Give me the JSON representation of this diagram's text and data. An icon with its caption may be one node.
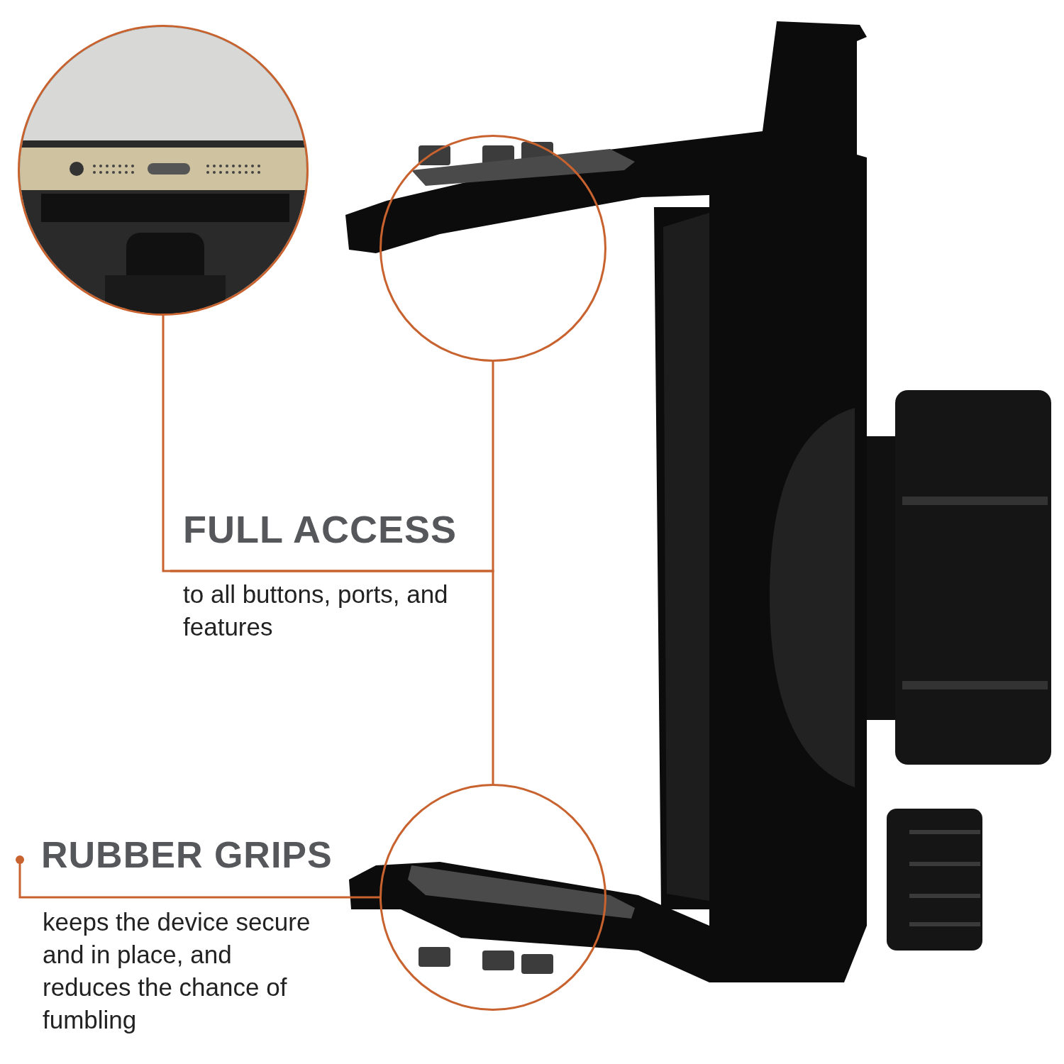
{
  "diagram": {
    "nodes": [
      {
        "text": [
          "FULL ACCESS",
          "to all buttons, ports, and features"
        ]
      },
      {
        "text": [],
        "shape": "picture"
      },
      {
        "text": [],
        "shape": "circle"
      },
      {
        "text": [],
        "shape": "circle"
      },
      {
        "text": [
          "RUBBER GRIPS",
          "keeps the device secure and in place, and reduces the chance of fumbling"
        ]
      }
    ],
    "edges": [
      {
        "from": 0,
        "to": 1,
        "arrow": "none"
      },
      {
        "from": 0,
        "to": 2,
        "arrow": "none"
      },
      {
        "from": 0,
        "to": 3,
        "arrow": "none"
      },
      {
        "from": 4,
        "to": 3,
        "arrow": "other"
      }
    ]
  }
}
